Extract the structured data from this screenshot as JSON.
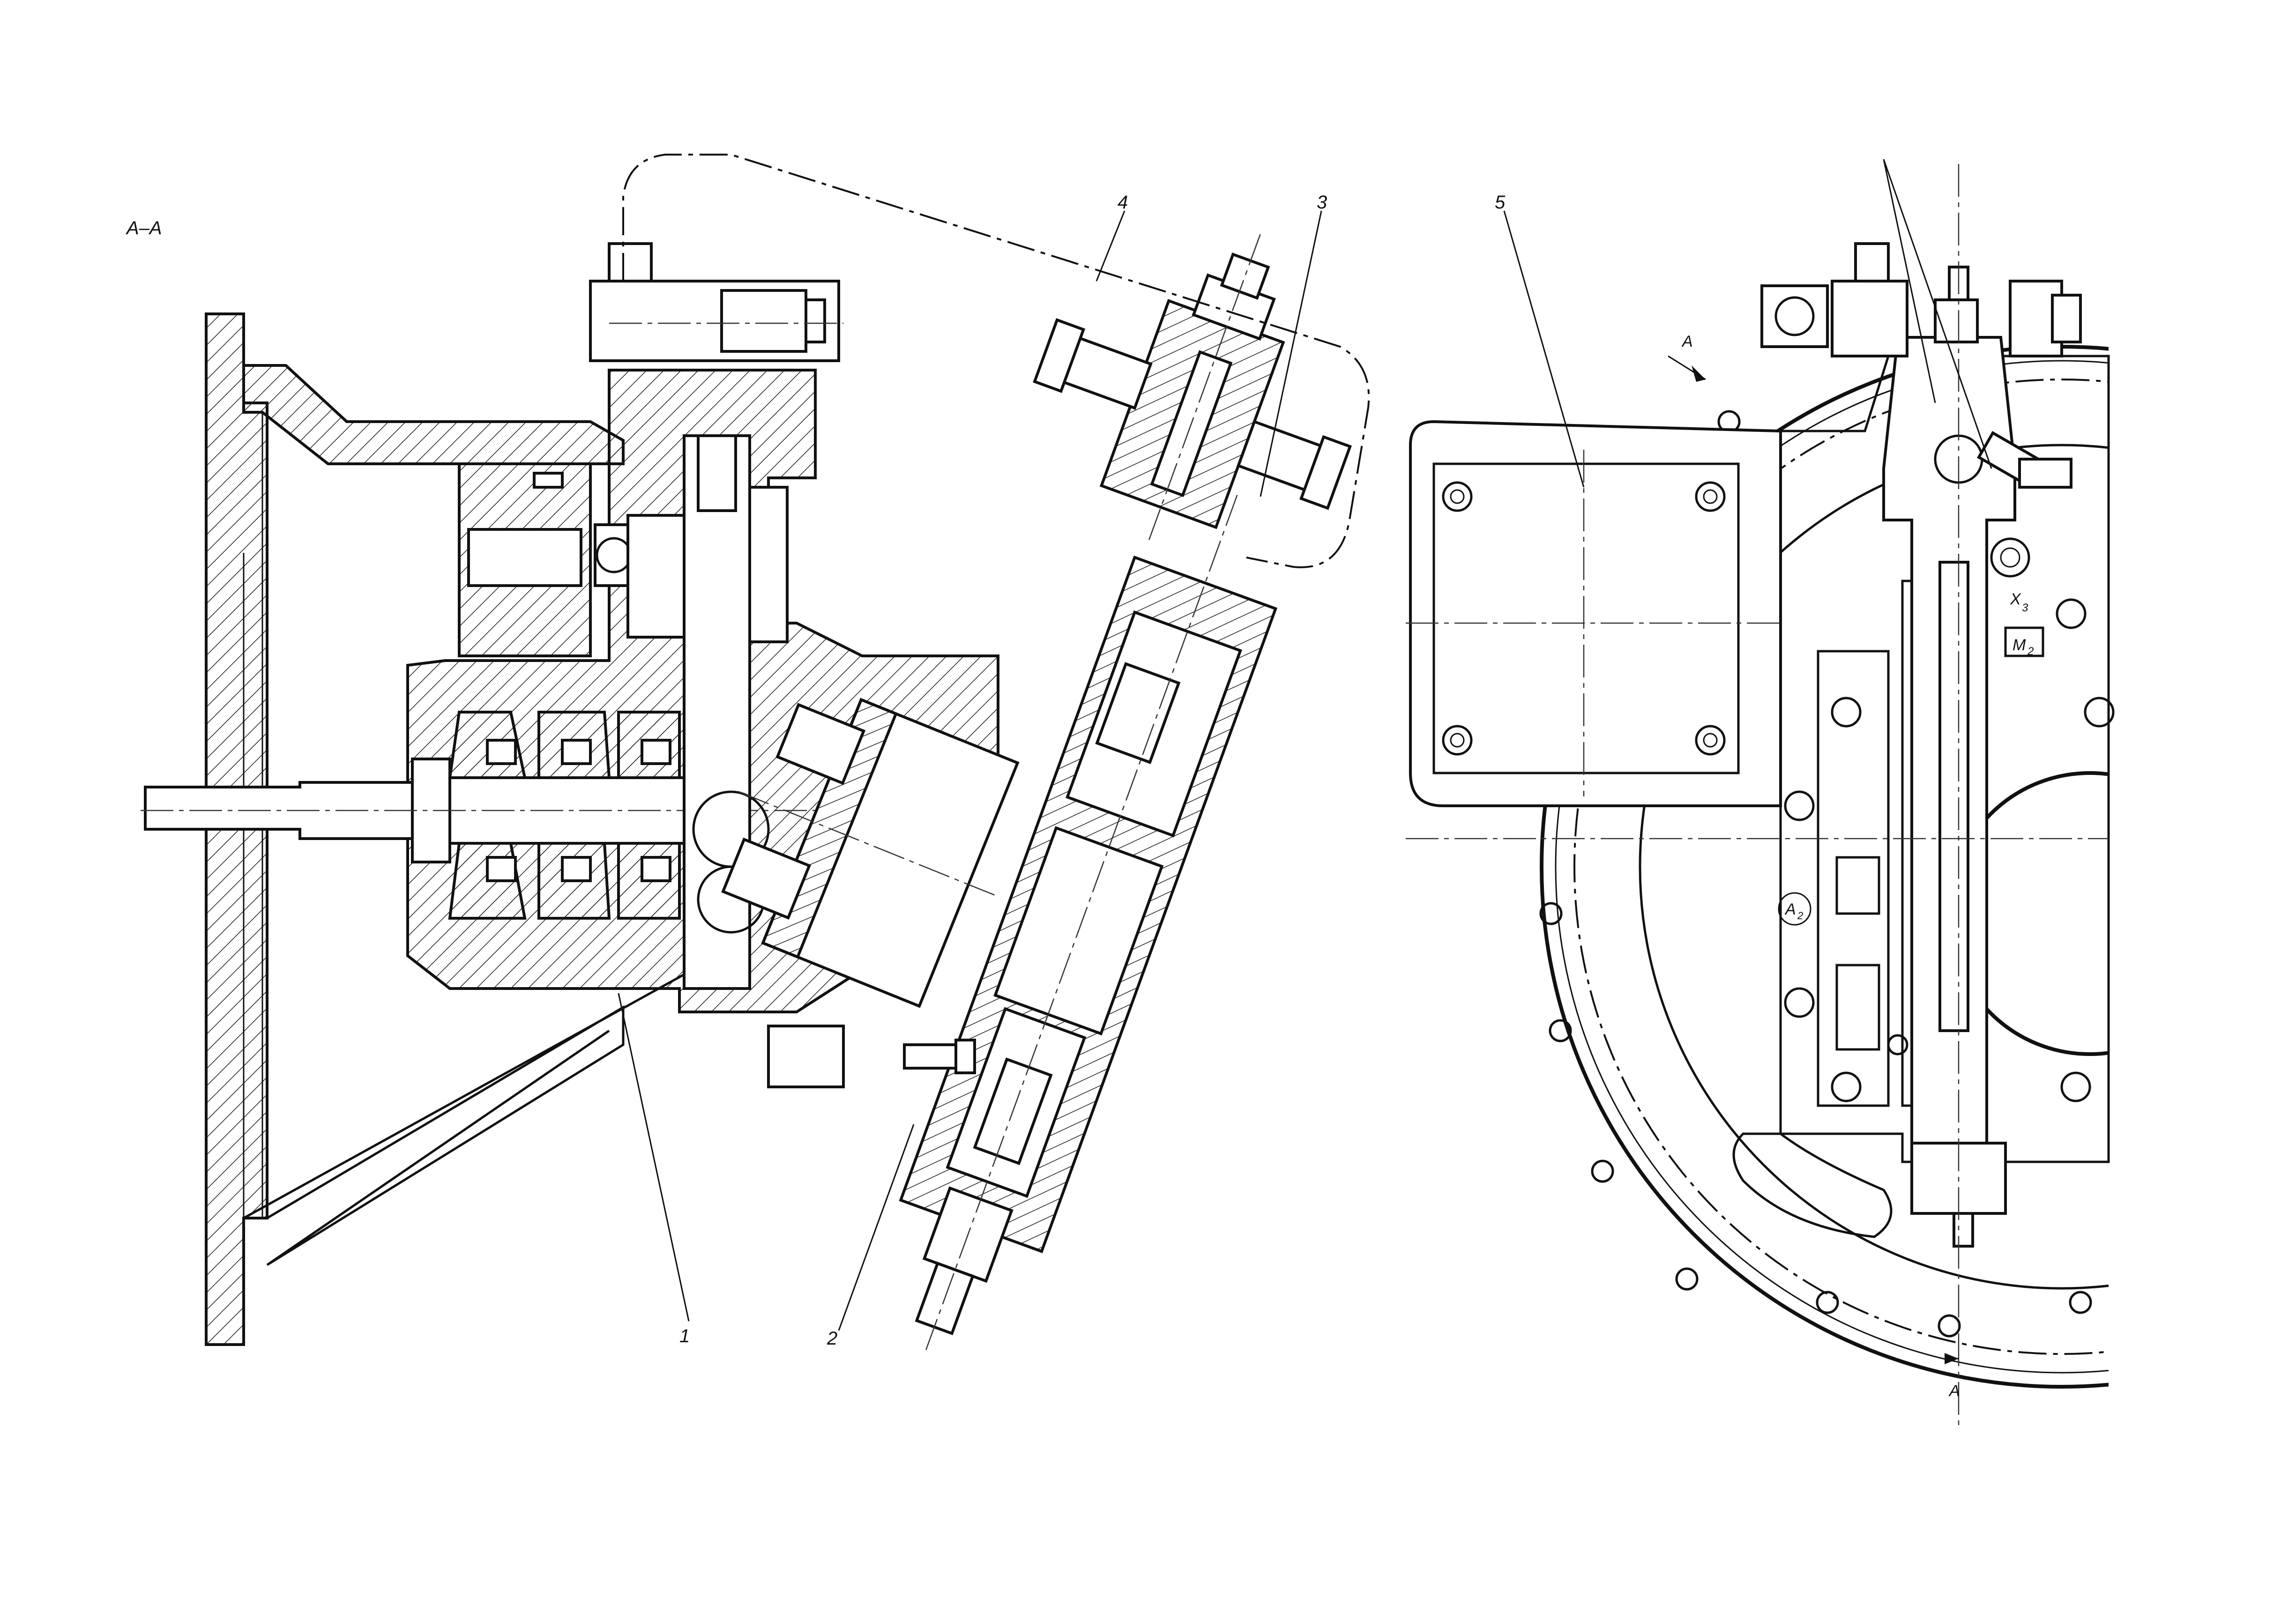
{
  "section_label": "A–A",
  "callouts": {
    "c1": "1",
    "c2": "2",
    "c3": "3",
    "c4": "4",
    "c5": "5"
  },
  "view_labels": {
    "a_top": "A",
    "a_bottom": "A",
    "x3": "X",
    "x3_sub": "3",
    "m2": "M",
    "m2_sub": "2",
    "a2": "A",
    "a2_sub": "2"
  },
  "colors": {
    "line": "#111111",
    "background": "#ffffff"
  }
}
